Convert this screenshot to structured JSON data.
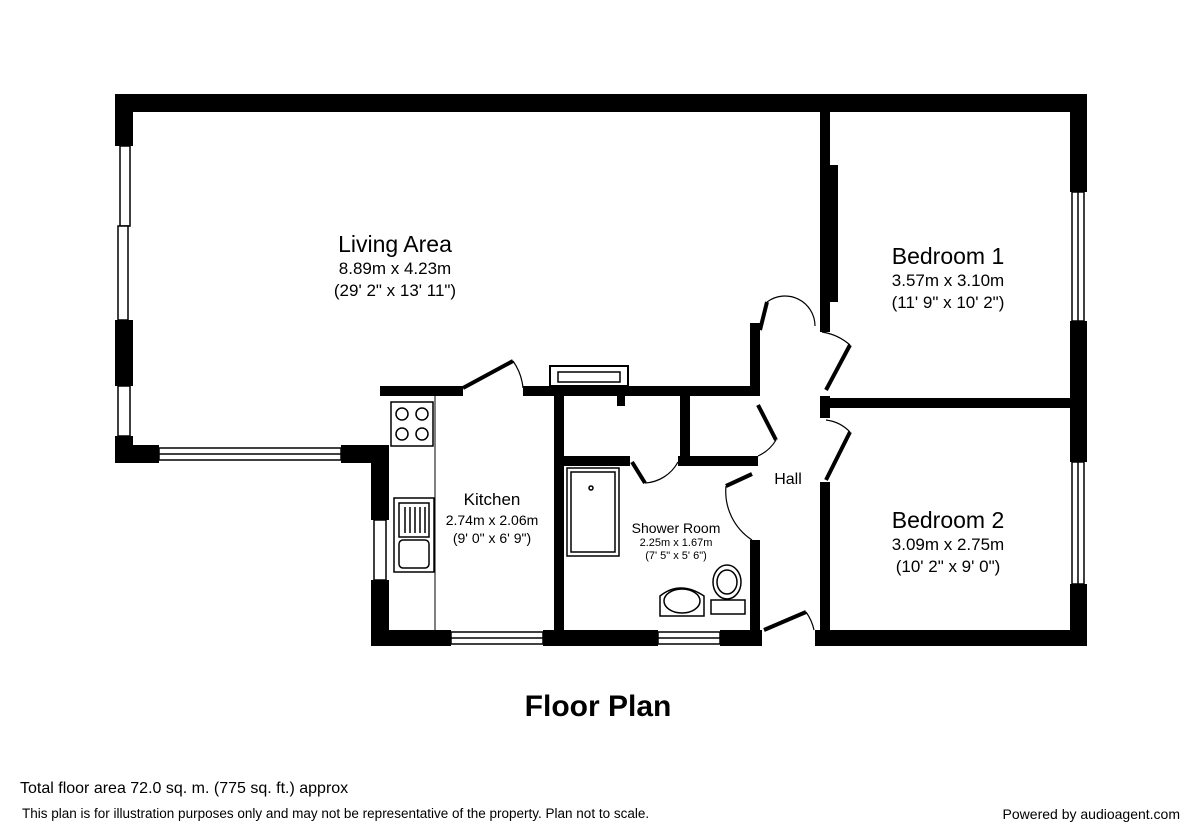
{
  "title": "Floor Plan",
  "rooms": {
    "living": {
      "name": "Living Area",
      "metric": "8.89m x 4.23m",
      "imperial": "(29' 2\" x 13' 11\")"
    },
    "bedroom1": {
      "name": "Bedroom 1",
      "metric": "3.57m x 3.10m",
      "imperial": "(11' 9\" x 10' 2\")"
    },
    "bedroom2": {
      "name": "Bedroom 2",
      "metric": "3.09m x 2.75m",
      "imperial": "(10' 2\" x 9' 0\")"
    },
    "kitchen": {
      "name": "Kitchen",
      "metric": "2.74m x 2.06m",
      "imperial": "(9' 0\" x 6' 9\")"
    },
    "shower": {
      "name": "Shower Room",
      "metric": "2.25m x 1.67m",
      "imperial": "(7' 5\" x 5' 6\")"
    },
    "hall": {
      "name": "Hall"
    }
  },
  "footer": {
    "total_area": "Total floor area 72.0 sq. m. (775 sq. ft.) approx",
    "disclaimer": "This plan is for illustration purposes only and may not be representative of the property. Plan not to scale.",
    "powered_by": "Powered by audioagent.com"
  },
  "colors": {
    "wall": "#000000",
    "background": "#ffffff"
  }
}
